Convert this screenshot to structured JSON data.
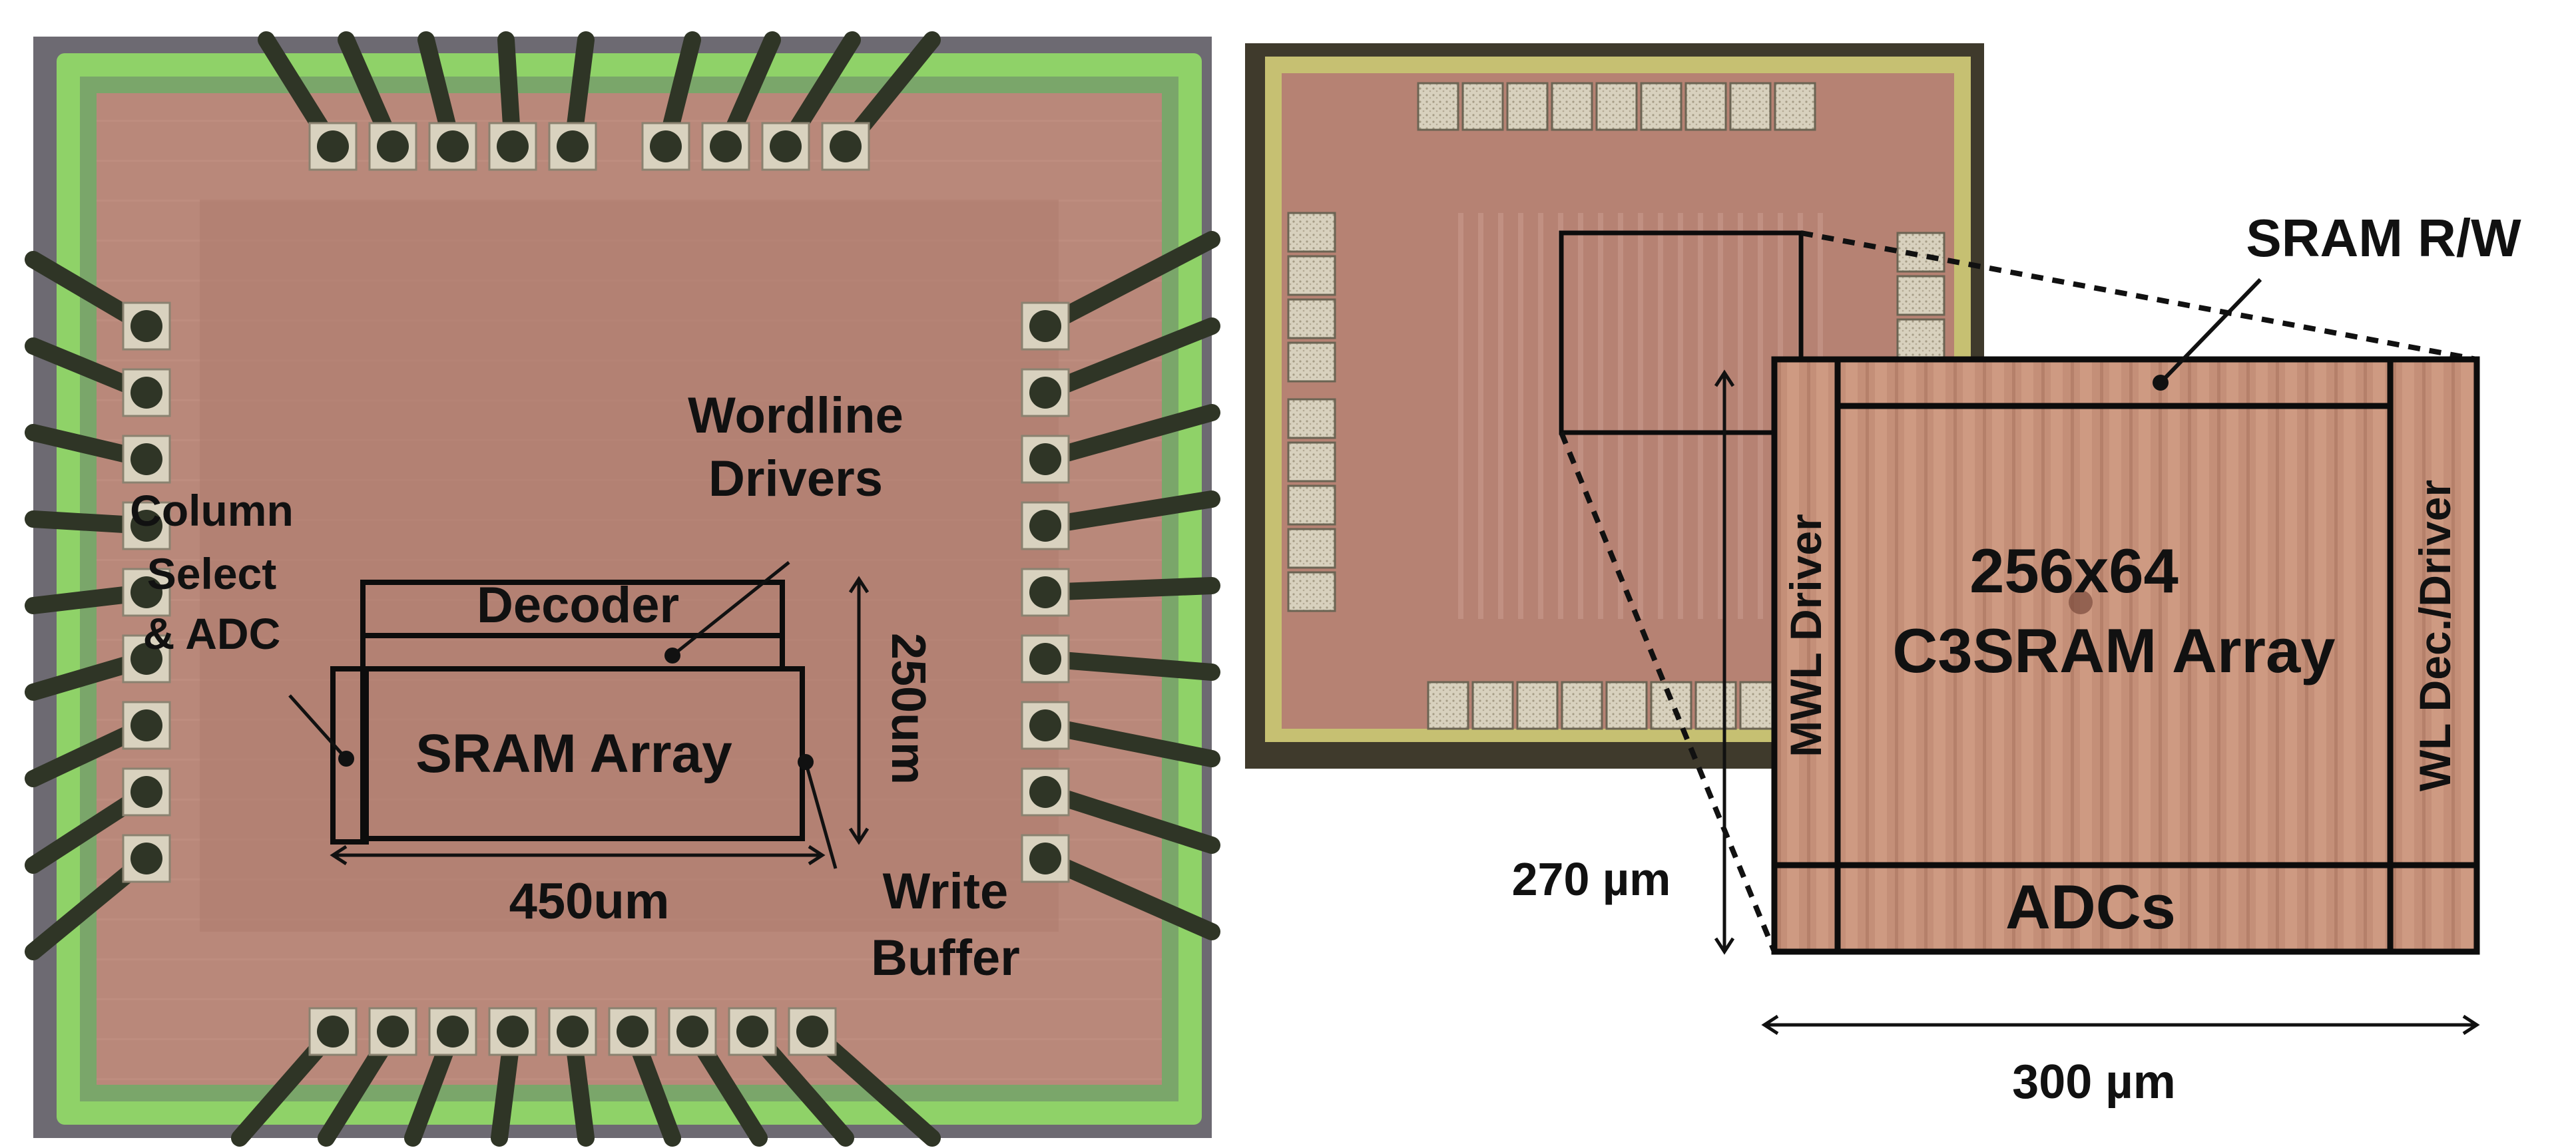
{
  "left_panel": {
    "labels": {
      "wordline_drivers_line1": "Wordline",
      "wordline_drivers_line2": "Drivers",
      "column_select_line1": "Column",
      "column_select_line2": "Select",
      "column_select_line3": "& ADC",
      "decoder": "Decoder",
      "sram_array": "SRAM Array",
      "height_dim": "250um",
      "width_dim": "450um",
      "write_buffer_line1": "Write",
      "write_buffer_line2": "Buffer"
    }
  },
  "right_panel": {
    "labels": {
      "sram_rw": "SRAM R/W",
      "mwl_driver": "MWL Driver",
      "array_size": "256x64",
      "array_name": "C3SRAM Array",
      "wl_dec_driver": "WL Dec./Driver",
      "adcs": "ADCs",
      "height_dim": "270 µm",
      "width_dim": "300 µm"
    }
  },
  "colors": {
    "die_pink": "#b9887a",
    "die_pink_dark": "#a27163",
    "bond_wire": "#2f3526",
    "pad": "#d9d2bf",
    "ring_green": "#8fd268",
    "array_fill": "#c48f78",
    "outline": "#0c0c0c"
  }
}
